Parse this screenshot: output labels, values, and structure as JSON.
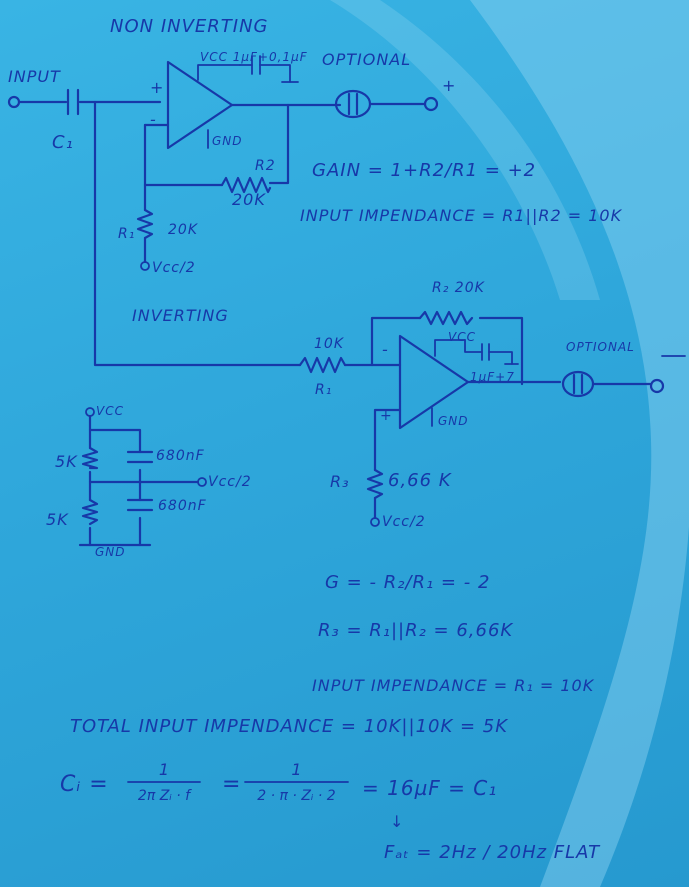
{
  "note": {
    "title_noninverting": "NON INVERTING",
    "title_inverting": "INVERTING",
    "input": "INPUT",
    "c1": "C₁",
    "plus_in": "+",
    "minus_in": "-",
    "vcc_cap": "VCC  1µF+0,1µF",
    "optional_top": "OPTIONAL",
    "out_plus": "+",
    "gnd": "GND",
    "r2_top": "R2",
    "r2_top_val": "20K",
    "r1_top": "R₁",
    "r1_top_val": "20K",
    "vcc2_a": "Vcc/2",
    "gain_top": "GAIN = 1+R2/R1 = +2",
    "imp_top": "INPUT IMPENDANCE = R1||R2 = 10K",
    "r2_inv": "R₂ 20K",
    "r1_inv_val": "10K",
    "r1_inv": "R₁",
    "minus_inv": "-",
    "plus_inv": "+",
    "vcc_inv": "VCC",
    "cap_inv": "1µF+7",
    "gnd_inv": "GND",
    "optional_inv": "OPTIONAL",
    "r3": "R₃",
    "r3_val": "6,66 K",
    "vcc2_b": "Vcc/2",
    "div_vcc": "VCC",
    "div_5k_a": "5K",
    "div_5k_b": "5K",
    "div_cap_a": "680nF",
    "div_cap_b": "680nF",
    "div_out": "Vcc/2",
    "div_gnd": "GND",
    "g_inv": "G = - R₂/R₁ = - 2",
    "r3_eq": "R₃ = R₁||R₂ = 6,66K",
    "imp_inv": "INPUT IMPENDANCE = R₁ = 10K",
    "total_imp": "TOTAL INPUT IMPENDANCE = 10K||10K = 5K",
    "ci_lhs": "Cᵢ =",
    "frac1_num": "1",
    "frac1_den": "2π Zᵢ · f",
    "eq_sign": "=",
    "frac2_num": "1",
    "frac2_den": "2 · π · Zᵢ · 2",
    "ci_result": "= 16µF = C₁",
    "arrow": "↓",
    "fcut": "Fₐₜ = 2Hz / 20Hz FLAT"
  },
  "colors": {
    "ink": "#1738a8",
    "paper": "#2fa7db",
    "swoosh": "#8fd3f1"
  }
}
